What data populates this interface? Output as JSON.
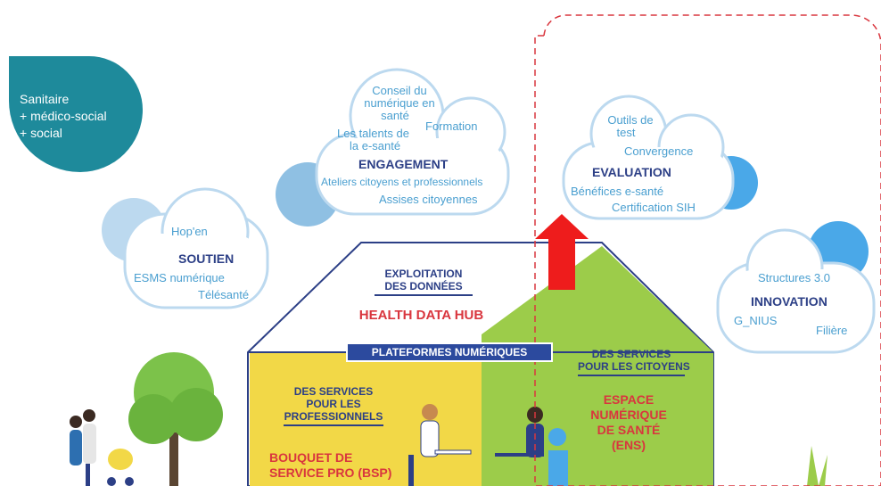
{
  "sector_badge": {
    "lines": [
      "Sanitaire",
      "+ médico-social",
      "+ social"
    ],
    "color": "#1e8a9b"
  },
  "clouds": {
    "soutien": {
      "title": "SOUTIEN",
      "items": [
        "Hop'en",
        "ESMS numérique",
        "Télésanté"
      ]
    },
    "engagement": {
      "title": "ENGAGEMENT",
      "items": [
        "Conseil du",
        "numérique en",
        "santé",
        "Formation",
        "Les talents de",
        "la e-santé",
        "Ateliers citoyens et professionnels",
        "Assises citoyennes"
      ]
    },
    "evaluation": {
      "title": "EVALUATION",
      "items": [
        "Outils de",
        "test",
        "Convergence",
        "Bénéfices e-santé",
        "Certification SIH"
      ]
    },
    "innovation": {
      "title": "INNOVATION",
      "items": [
        "Structures 3.0",
        "G_NIUS",
        "Filière"
      ]
    }
  },
  "house": {
    "roof_heading": [
      "EXPLOITATION",
      "DES DONNÉES"
    ],
    "roof_title": "HEALTH DATA HUB",
    "platforms_banner": "PLATEFORMES NUMÉRIQUES",
    "left": {
      "heading": [
        "DES SERVICES",
        "POUR LES",
        "PROFESSIONNELS"
      ],
      "title": [
        "BOUQUET DE",
        "SERVICE PRO (BSP)"
      ]
    },
    "right": {
      "heading": [
        "DES SERVICES",
        "POUR LES CITOYENS"
      ],
      "title": [
        "ESPACE",
        "NUMÉRIQUE",
        "DE SANTÉ",
        "(ENS)"
      ]
    }
  },
  "colors": {
    "accent_navy": "#2c3f86",
    "accent_red": "#d9363e",
    "house_yellow": "#f2d847",
    "house_green": "#9ccc4a",
    "arrow_red": "#ee1c1c",
    "highlight_dash": "#d9363e",
    "cloud_text_blue": "#4a9fd0"
  }
}
